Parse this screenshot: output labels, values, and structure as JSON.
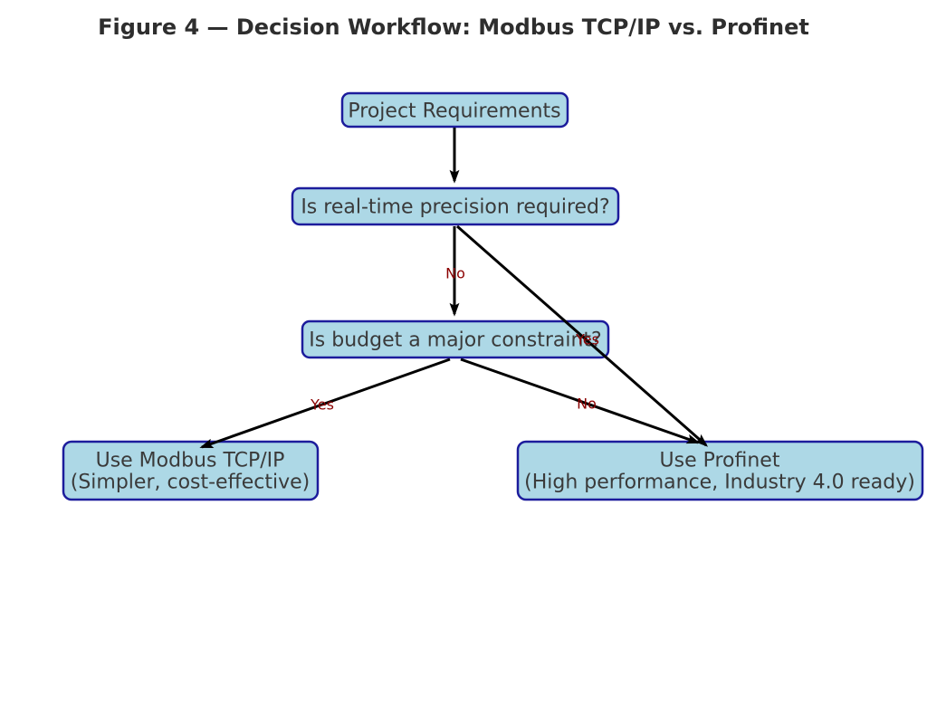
{
  "figure": {
    "title": "Figure 4 — Decision Workflow: Modbus TCP/IP vs. Profinet",
    "type": "flowchart"
  },
  "colors": {
    "background": "#ffffff",
    "title_text": "#2e2e2e",
    "node_fill": "#add8e6",
    "node_border": "#1c1c9c",
    "node_text": "#3a3a3a",
    "arrow": "#000000",
    "edge_label": "#8b0000"
  },
  "nodes": {
    "start": {
      "label": "Project Requirements"
    },
    "realtime": {
      "label": "Is real-time precision required?"
    },
    "budget": {
      "label": "Is budget a major constraint?"
    },
    "modbus": {
      "line1": "Use Modbus TCP/IP",
      "line2": "(Simpler, cost-effective)"
    },
    "profinet": {
      "line1": "Use Profinet",
      "line2": "(High performance, Industry 4.0 ready)"
    }
  },
  "edges": {
    "start_to_realtime": {
      "from": "start",
      "to": "realtime",
      "label": ""
    },
    "realtime_to_budget": {
      "from": "realtime",
      "to": "budget",
      "label": "No"
    },
    "realtime_to_profinet": {
      "from": "realtime",
      "to": "profinet",
      "label": "Yes"
    },
    "budget_to_modbus": {
      "from": "budget",
      "to": "modbus",
      "label": "Yes"
    },
    "budget_to_profinet": {
      "from": "budget",
      "to": "profinet",
      "label": "No"
    }
  }
}
